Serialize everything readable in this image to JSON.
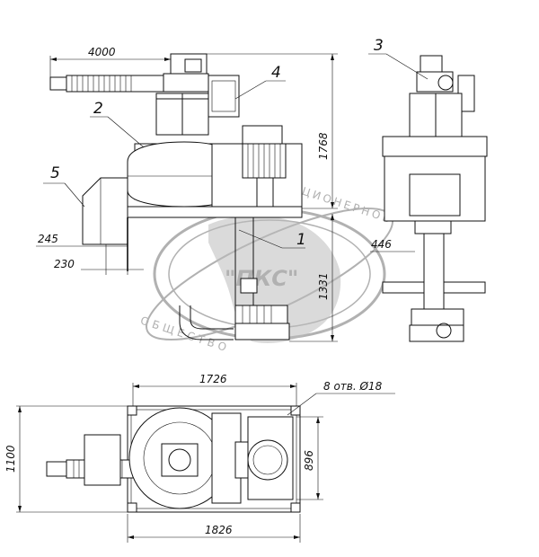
{
  "dimensions": {
    "d4000": "4000",
    "d1768": "1768",
    "d245": "245",
    "d230": "230",
    "d1331": "1331",
    "d446": "446",
    "d1726": "1726",
    "d1100": "1100",
    "d896": "896",
    "d1826": "1826",
    "holes": "8 отв. Ø18"
  },
  "callouts": {
    "c1": "1",
    "c2": "2",
    "c3": "3",
    "c4": "4",
    "c5": "5"
  },
  "watermark": {
    "logo": "\"ПКС\"",
    "ring_text_upper": "АКЦИОНЕРНОЕ",
    "ring_text_lower": "ОБЩЕСТВО"
  },
  "colors": {
    "lines": "#111111",
    "watermark": "#a9a9a9"
  }
}
